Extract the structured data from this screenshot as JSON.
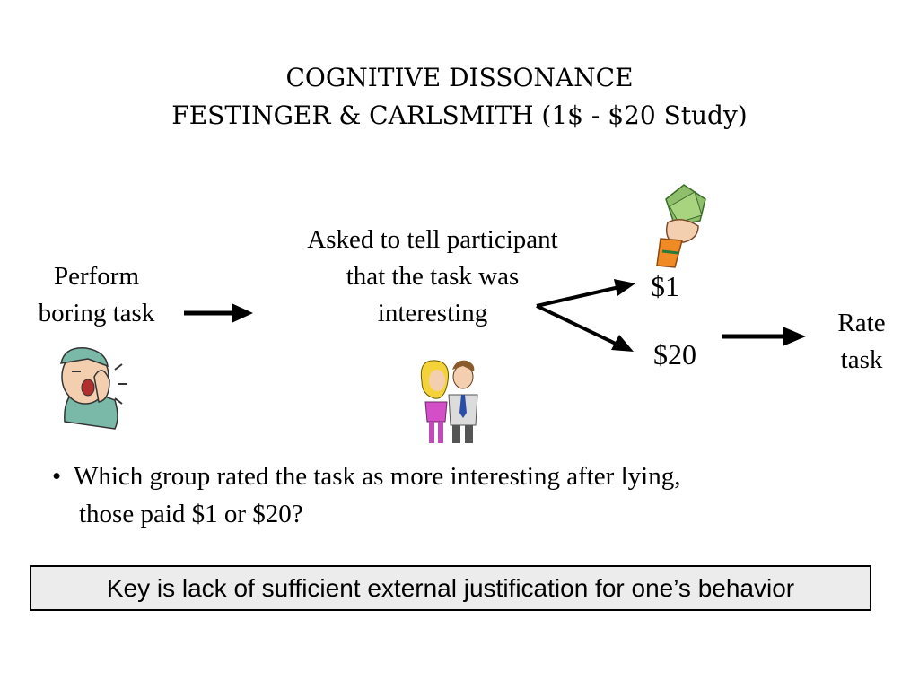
{
  "slide": {
    "title_line1": "COGNITIVE DISSONANCE",
    "title_line2": "FESTINGER & CARLSMITH (1$ - $20 Study)"
  },
  "steps": {
    "perform": [
      "Perform",
      "boring task"
    ],
    "asked": [
      "Asked to tell participant",
      "that the task was",
      "interesting"
    ],
    "pay_low": "$1",
    "pay_high": "$20",
    "rate": [
      "Rate",
      "task"
    ]
  },
  "question": {
    "bullet": "•",
    "line1": "Which group rated the task as more interesting after lying,",
    "line2": "those paid $1 or $20?"
  },
  "key_text": "Key is lack of sufficient external justification for one’s behavior",
  "icons": [
    "yawning-man-icon",
    "couple-icon",
    "hand-money-icon"
  ]
}
